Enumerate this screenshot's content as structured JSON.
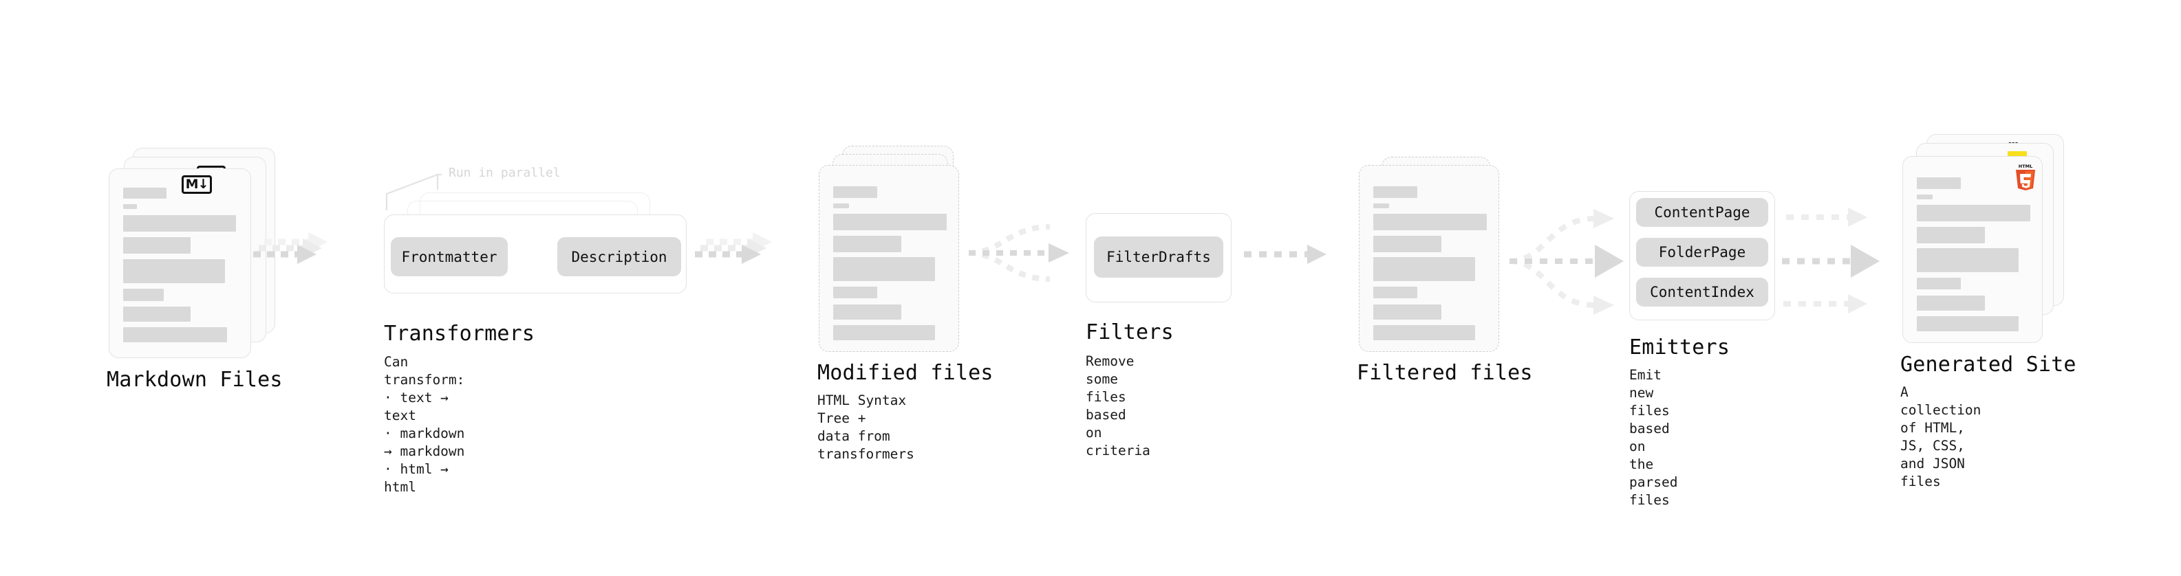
{
  "diagram": {
    "title_hidden": "",
    "background": "#ffffff",
    "accent_gray": "#d9d9d9",
    "arrow_color": "#d8d8d8"
  },
  "stages": [
    {
      "id": "markdown-files",
      "title": "Markdown Files",
      "description": "",
      "badge": "M↓",
      "badge_name": "markdown-badge"
    },
    {
      "id": "transformers",
      "title": "Transformers",
      "description": "Can transform:\n· text → text\n· markdown → markdown\n· html → html",
      "parallel_label": "Run in parallel",
      "items": [
        "Frontmatter",
        "Description"
      ]
    },
    {
      "id": "modified-files",
      "title": "Modified files",
      "description": "HTML Syntax Tree +\ndata from transformers"
    },
    {
      "id": "filters",
      "title": "Filters",
      "description": "Remove some files based\non criteria",
      "items": [
        "FilterDrafts"
      ]
    },
    {
      "id": "filtered-files",
      "title": "Filtered files",
      "description": ""
    },
    {
      "id": "emitters",
      "title": "Emitters",
      "description": "Emit new files based on\nthe parsed files",
      "items": [
        "ContentPage",
        "FolderPage",
        "ContentIndex"
      ]
    },
    {
      "id": "generated-site",
      "title": "Generated Site",
      "description": "A collection of HTML,\nJS, CSS, and JSON files",
      "badges": [
        "HTML5",
        "JS",
        "CSS"
      ]
    }
  ],
  "transform_list": {
    "heading": "Can transform:",
    "rules": [
      "text → text",
      "markdown → markdown",
      "html → html"
    ]
  }
}
